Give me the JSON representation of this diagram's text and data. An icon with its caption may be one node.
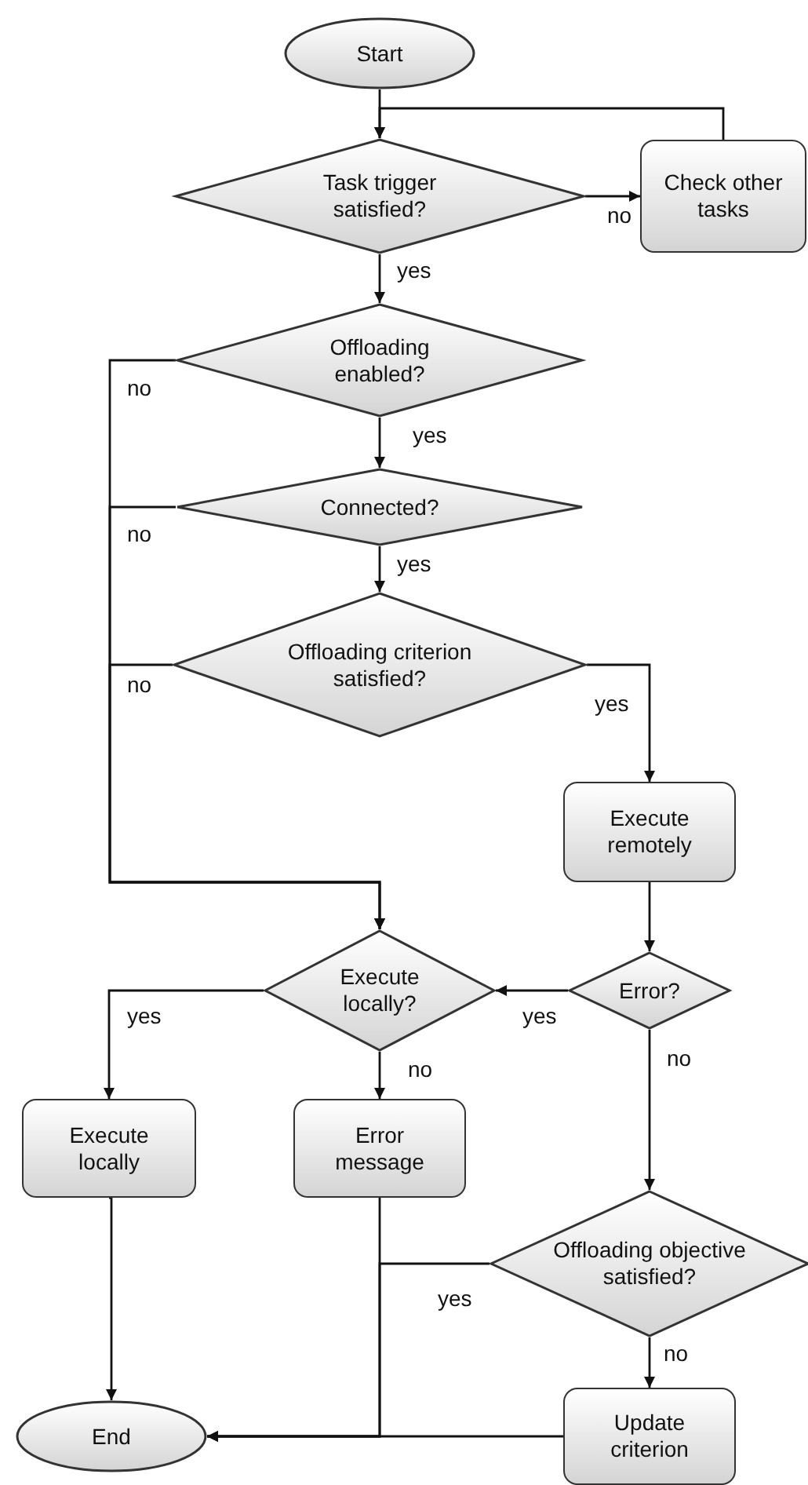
{
  "diagram": {
    "nodes": [
      {
        "text": [
          "Start"
        ]
      },
      {
        "text": [
          "Task trigger satisfied?"
        ]
      },
      {
        "text": [
          "Check other tasks"
        ]
      },
      {
        "text": [
          "Offloading enabled?"
        ]
      },
      {
        "text": [
          "Connected?"
        ]
      },
      {
        "text": [
          "Offloading criterion satisfied?"
        ]
      },
      {
        "text": [
          "Execute remotely"
        ]
      },
      {
        "text": [
          "Execute locally?"
        ]
      },
      {
        "text": [
          "Error?"
        ]
      },
      {
        "text": [
          "Execute locally"
        ]
      },
      {
        "text": [
          "Error message"
        ]
      },
      {
        "text": [
          "Offloading objective satisfied?"
        ]
      },
      {
        "text": [
          "End"
        ]
      },
      {
        "text": [
          "Update criterion"
        ]
      }
    ],
    "edges": [
      {
        "from": 0,
        "to": 1,
        "arrow": "to"
      },
      {
        "from": 1,
        "to": 2,
        "arrow": "to",
        "label": "no"
      },
      {
        "from": 2,
        "to": 1,
        "arrow": "to"
      },
      {
        "from": 1,
        "to": 3,
        "arrow": "to",
        "label": "yes"
      },
      {
        "from": 3,
        "to": 4,
        "arrow": "to",
        "label": "yes"
      },
      {
        "from": 4,
        "to": 5,
        "arrow": "to",
        "label": "yes"
      },
      {
        "from": 5,
        "to": 6,
        "arrow": "to",
        "label": "yes"
      },
      {
        "from": 3,
        "to": 7,
        "arrow": "to",
        "label": "no"
      },
      {
        "from": 4,
        "to": 7,
        "arrow": "to",
        "label": "no"
      },
      {
        "from": 5,
        "to": 7,
        "arrow": "to",
        "label": "no"
      },
      {
        "from": 6,
        "to": 8,
        "arrow": "to"
      },
      {
        "from": 8,
        "to": 7,
        "arrow": "to",
        "label": "yes"
      },
      {
        "from": 8,
        "to": 11,
        "arrow": "to",
        "label": "no"
      },
      {
        "from": 7,
        "to": 9,
        "arrow": "to",
        "label": "yes"
      },
      {
        "from": 7,
        "to": 10,
        "arrow": "to",
        "label": "no"
      },
      {
        "from": 9,
        "to": 12,
        "arrow": "to"
      },
      {
        "from": 10,
        "to": 12,
        "arrow": "to"
      },
      {
        "from": 11,
        "to": 12,
        "arrow": "to",
        "label": "yes"
      },
      {
        "from": 11,
        "to": 13,
        "arrow": "to",
        "label": "no"
      },
      {
        "from": 13,
        "to": 12,
        "arrow": "to"
      }
    ]
  }
}
